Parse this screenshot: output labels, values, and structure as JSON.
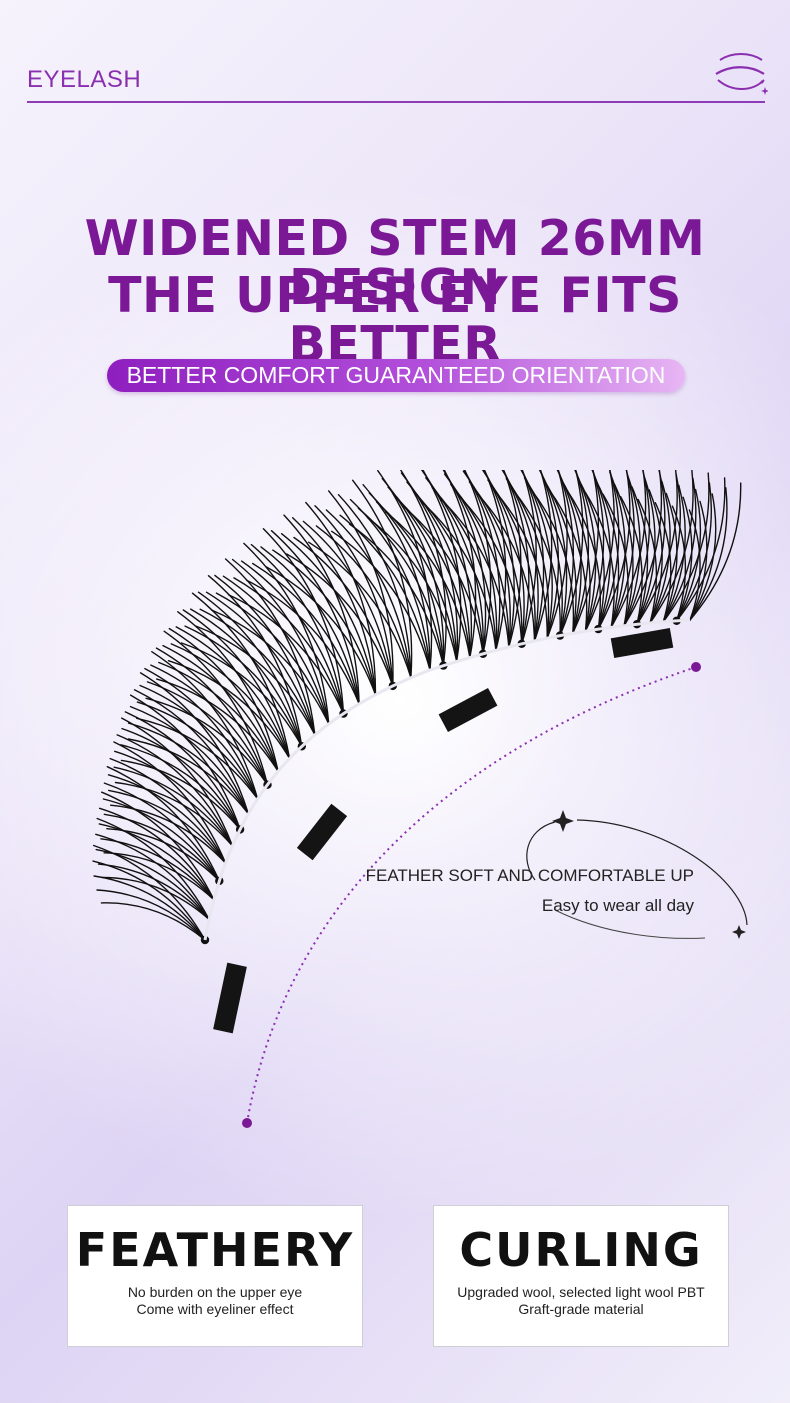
{
  "header": {
    "brand": "EYELASH",
    "logo_icon": "eye-swoosh-icon"
  },
  "headline": {
    "line1": "WIDENED STEM 26MM DESIGN",
    "line2": "THE UPPER EYE FITS BETTER"
  },
  "subtitle_pill": "BETTER COMFORT GUARANTEED ORIENTATION",
  "product_image": "magnetic-eyelash-icon",
  "feature_callout": {
    "line1": "FEATHER SOFT AND COMFORTABLE UP",
    "line2": "Easy to wear all day",
    "decoration": "orbit-sparkle-icon"
  },
  "cards": [
    {
      "title": "FEATHERY",
      "lines": [
        "No burden on the upper eye",
        "Come with eyeliner effect"
      ]
    },
    {
      "title": "CURLING",
      "lines": [
        "Upgraded wool, selected light wool PBT",
        "Graft-grade material"
      ]
    }
  ],
  "colors": {
    "accent": "#7a1895",
    "pill_start": "#8e1fbf",
    "pill_end": "#e8b6f4"
  }
}
